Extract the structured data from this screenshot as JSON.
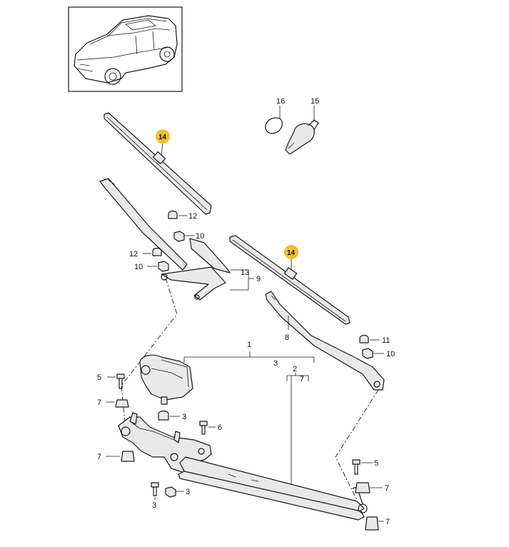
{
  "callouts": {
    "c1": "1",
    "c2": "2",
    "c3a": "3",
    "c3b": "3",
    "c3c": "3",
    "c3d": "3",
    "c5a": "5",
    "c5b": "5",
    "c6": "6",
    "c7a": "7",
    "c7b": "7",
    "c7c": "7",
    "c7d": "7",
    "c7e": "7",
    "c8": "8",
    "c9": "9",
    "c10a": "10",
    "c10b": "10",
    "c10c": "10",
    "c11": "11",
    "c12a": "12",
    "c12b": "12",
    "c13": "13",
    "c14a": "14",
    "c14b": "14",
    "c15": "15",
    "c16": "16"
  },
  "colors": {
    "highlight": "#f2c029",
    "line": "#1a1a1a",
    "part_fill": "#e9e9e9"
  }
}
